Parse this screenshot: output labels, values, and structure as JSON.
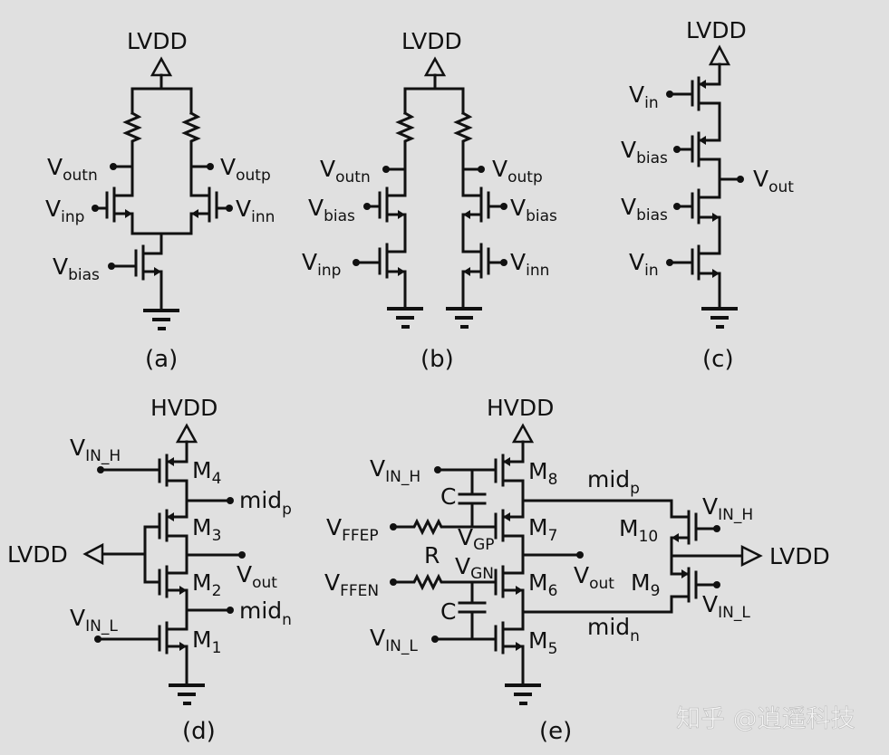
{
  "figure": {
    "background": "#e0e0e0",
    "stroke_color": "#111111",
    "watermark": "知乎 @逍遥科技"
  },
  "panels": {
    "a": {
      "caption": "(a)",
      "supply": "LVDD",
      "labels": {
        "voutn": {
          "main": "V",
          "sub": "outn"
        },
        "voutp": {
          "main": "V",
          "sub": "outp"
        },
        "vinp": {
          "main": "V",
          "sub": "inp"
        },
        "vinn": {
          "main": "V",
          "sub": "inn"
        },
        "vbias": {
          "main": "V",
          "sub": "bias"
        }
      }
    },
    "b": {
      "caption": "(b)",
      "supply": "LVDD",
      "labels": {
        "voutn": {
          "main": "V",
          "sub": "outn"
        },
        "voutp": {
          "main": "V",
          "sub": "outp"
        },
        "vbias_l": {
          "main": "V",
          "sub": "bias"
        },
        "vbias_r": {
          "main": "V",
          "sub": "bias"
        },
        "vinp": {
          "main": "V",
          "sub": "inp"
        },
        "vinn": {
          "main": "V",
          "sub": "inn"
        }
      }
    },
    "c": {
      "caption": "(c)",
      "supply": "LVDD",
      "labels": {
        "vin_top": {
          "main": "V",
          "sub": "in"
        },
        "vbias_top": {
          "main": "V",
          "sub": "bias"
        },
        "vbias_bot": {
          "main": "V",
          "sub": "bias"
        },
        "vin_bot": {
          "main": "V",
          "sub": "in"
        },
        "vout": {
          "main": "V",
          "sub": "out"
        }
      }
    },
    "d": {
      "caption": "(d)",
      "supply": "HVDD",
      "bias_supply": "LVDD",
      "labels": {
        "vin_h": {
          "main": "V",
          "sub": "IN_H"
        },
        "vin_l": {
          "main": "V",
          "sub": "IN_L"
        },
        "midp": {
          "main": "mid",
          "sub": "p"
        },
        "midn": {
          "main": "mid",
          "sub": "n"
        },
        "vout": {
          "main": "V",
          "sub": "out"
        }
      },
      "transistors": [
        {
          "main": "M",
          "sub": "4"
        },
        {
          "main": "M",
          "sub": "3"
        },
        {
          "main": "M",
          "sub": "2"
        },
        {
          "main": "M",
          "sub": "1"
        }
      ]
    },
    "e": {
      "caption": "(e)",
      "supply": "HVDD",
      "bias_supply": "LVDD",
      "labels": {
        "vin_h": {
          "main": "V",
          "sub": "IN_H"
        },
        "vin_l": {
          "main": "V",
          "sub": "IN_L"
        },
        "vffep": {
          "main": "V",
          "sub": "FFEP"
        },
        "vffen": {
          "main": "V",
          "sub": "FFEN"
        },
        "vgp": {
          "main": "V",
          "sub": "GP"
        },
        "vgn": {
          "main": "V",
          "sub": "GN"
        },
        "cap_top": "C",
        "cap_bot": "C",
        "res": "R",
        "vout": {
          "main": "V",
          "sub": "out"
        },
        "midp": {
          "main": "mid",
          "sub": "p"
        },
        "midn": {
          "main": "mid",
          "sub": "n"
        },
        "vin_h_r": {
          "main": "V",
          "sub": "IN_H"
        },
        "vin_l_r": {
          "main": "V",
          "sub": "IN_L"
        }
      },
      "transistors": [
        {
          "main": "M",
          "sub": "8"
        },
        {
          "main": "M",
          "sub": "7"
        },
        {
          "main": "M",
          "sub": "6"
        },
        {
          "main": "M",
          "sub": "5"
        },
        {
          "main": "M",
          "sub": "10"
        },
        {
          "main": "M",
          "sub": "9"
        }
      ]
    }
  }
}
